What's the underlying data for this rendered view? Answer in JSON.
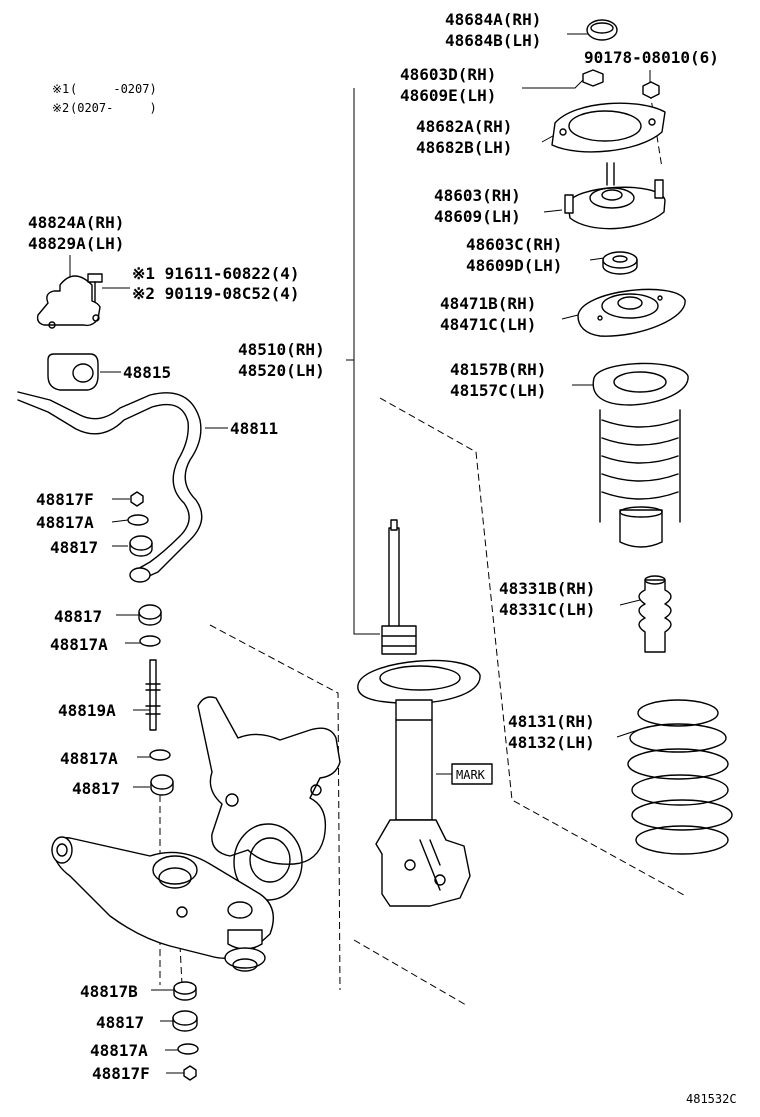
{
  "diagram_id": "481532C",
  "notes": [
    {
      "symbol": "※1",
      "range": "(     -0207)"
    },
    {
      "symbol": "※2",
      "range": "(0207-     )"
    }
  ],
  "mark_label": "MARK",
  "parts": [
    {
      "lines": [
        "48684A(RH)",
        "48684B(LH)"
      ],
      "component": "strut-cap"
    },
    {
      "lines": [
        "90178-08010(6)"
      ],
      "component": "nut"
    },
    {
      "lines": [
        "48603D(RH)",
        "48609E(LH)"
      ],
      "component": "strut-assembly-sub"
    },
    {
      "lines": [
        "48682A(RH)",
        "48682B(LH)"
      ],
      "component": "mount-plate"
    },
    {
      "lines": [
        "48603(RH)",
        "48609(LH)"
      ],
      "component": "strut-mount"
    },
    {
      "lines": [
        "48603C(RH)",
        "48609D(LH)"
      ],
      "component": "mount-collar"
    },
    {
      "lines": [
        "48471B(RH)",
        "48471C(LH)"
      ],
      "component": "upper-spring-seat"
    },
    {
      "lines": [
        "48157B(RH)",
        "48157C(LH)"
      ],
      "component": "spring-insulator-boot"
    },
    {
      "lines": [
        "48331B(RH)",
        "48331C(LH)"
      ],
      "component": "bump-stopper"
    },
    {
      "lines": [
        "48131(RH)",
        "48132(LH)"
      ],
      "component": "coil-spring"
    },
    {
      "lines": [
        "48510(RH)",
        "48520(LH)"
      ],
      "component": "shock-absorber"
    },
    {
      "lines": [
        "48824A(RH)",
        "48829A(LH)"
      ],
      "component": "stabilizer-bracket"
    },
    {
      "lines": [
        "※1 91611-60822(4)",
        "※2 90119-08C52(4)"
      ],
      "component": "bracket-bolt"
    },
    {
      "lines": [
        "48815"
      ],
      "component": "stabilizer-bushing"
    },
    {
      "lines": [
        "48811"
      ],
      "component": "stabilizer-bar"
    },
    {
      "lines": [
        "48817F"
      ],
      "component": "link-nut-upper"
    },
    {
      "lines": [
        "48817A"
      ],
      "component": "link-retainer-upper"
    },
    {
      "lines": [
        "48817"
      ],
      "component": "link-cushion-upper"
    },
    {
      "lines": [
        "48817"
      ],
      "component": "link-cushion-2"
    },
    {
      "lines": [
        "48817A"
      ],
      "component": "link-retainer-2"
    },
    {
      "lines": [
        "48819A"
      ],
      "component": "stabilizer-link-bolt"
    },
    {
      "lines": [
        "48817A"
      ],
      "component": "link-retainer-3"
    },
    {
      "lines": [
        "48817"
      ],
      "component": "link-cushion-3"
    },
    {
      "lines": [
        "48817B"
      ],
      "component": "link-collar"
    },
    {
      "lines": [
        "48817"
      ],
      "component": "link-cushion-lower"
    },
    {
      "lines": [
        "48817A"
      ],
      "component": "link-retainer-lower"
    },
    {
      "lines": [
        "48817F"
      ],
      "component": "link-nut-lower"
    }
  ]
}
